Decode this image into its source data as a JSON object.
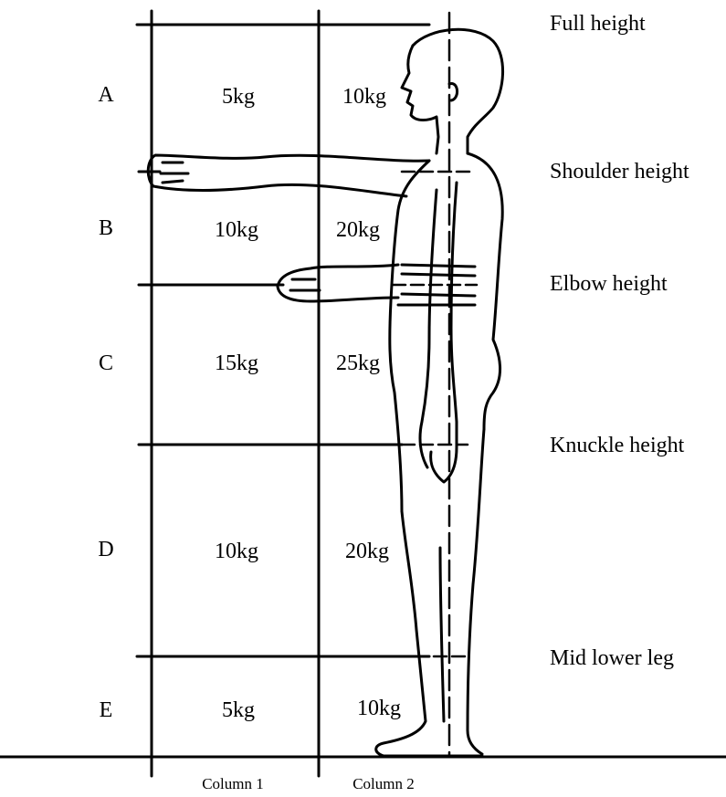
{
  "figure": {
    "height_labels": [
      "Full height",
      "Shoulder height",
      "Elbow height",
      "Knuckle height",
      "Mid lower leg"
    ],
    "column_labels": [
      "Column 1",
      "Column 2"
    ],
    "rows": [
      {
        "zone": "A",
        "column_1": "5kg",
        "column_2": "10kg"
      },
      {
        "zone": "B",
        "column_1": "10kg",
        "column_2": "20kg"
      },
      {
        "zone": "C",
        "column_1": "15kg",
        "column_2": "25kg"
      },
      {
        "zone": "D",
        "column_1": "10kg",
        "column_2": "20kg"
      },
      {
        "zone": "E",
        "column_1": "5kg",
        "column_2": "10kg"
      }
    ]
  },
  "colors": {
    "ink": "#000000",
    "background": "#ffffff"
  }
}
